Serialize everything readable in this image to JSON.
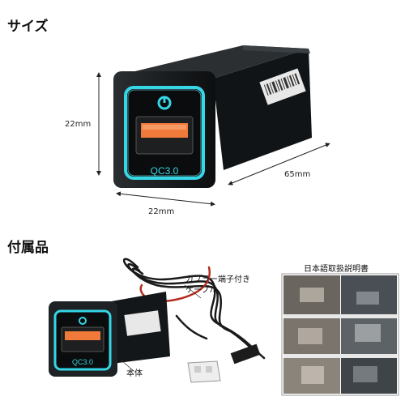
{
  "headings": {
    "size": "サイズ",
    "accessories": "付属品"
  },
  "dimensions": {
    "height": "22mm",
    "width": "22mm",
    "depth": "65mm"
  },
  "product": {
    "port_label": "QC3.0"
  },
  "accessory_labels": {
    "cable_line1": "カプラー端子付き",
    "cable_line2": "ケーブル",
    "body": "本体"
  },
  "manual": {
    "title": "日本語取扱説明書"
  },
  "colors": {
    "glow": "#35d6e6",
    "usb_orange": "#f07a3a",
    "body": "#15181a"
  }
}
